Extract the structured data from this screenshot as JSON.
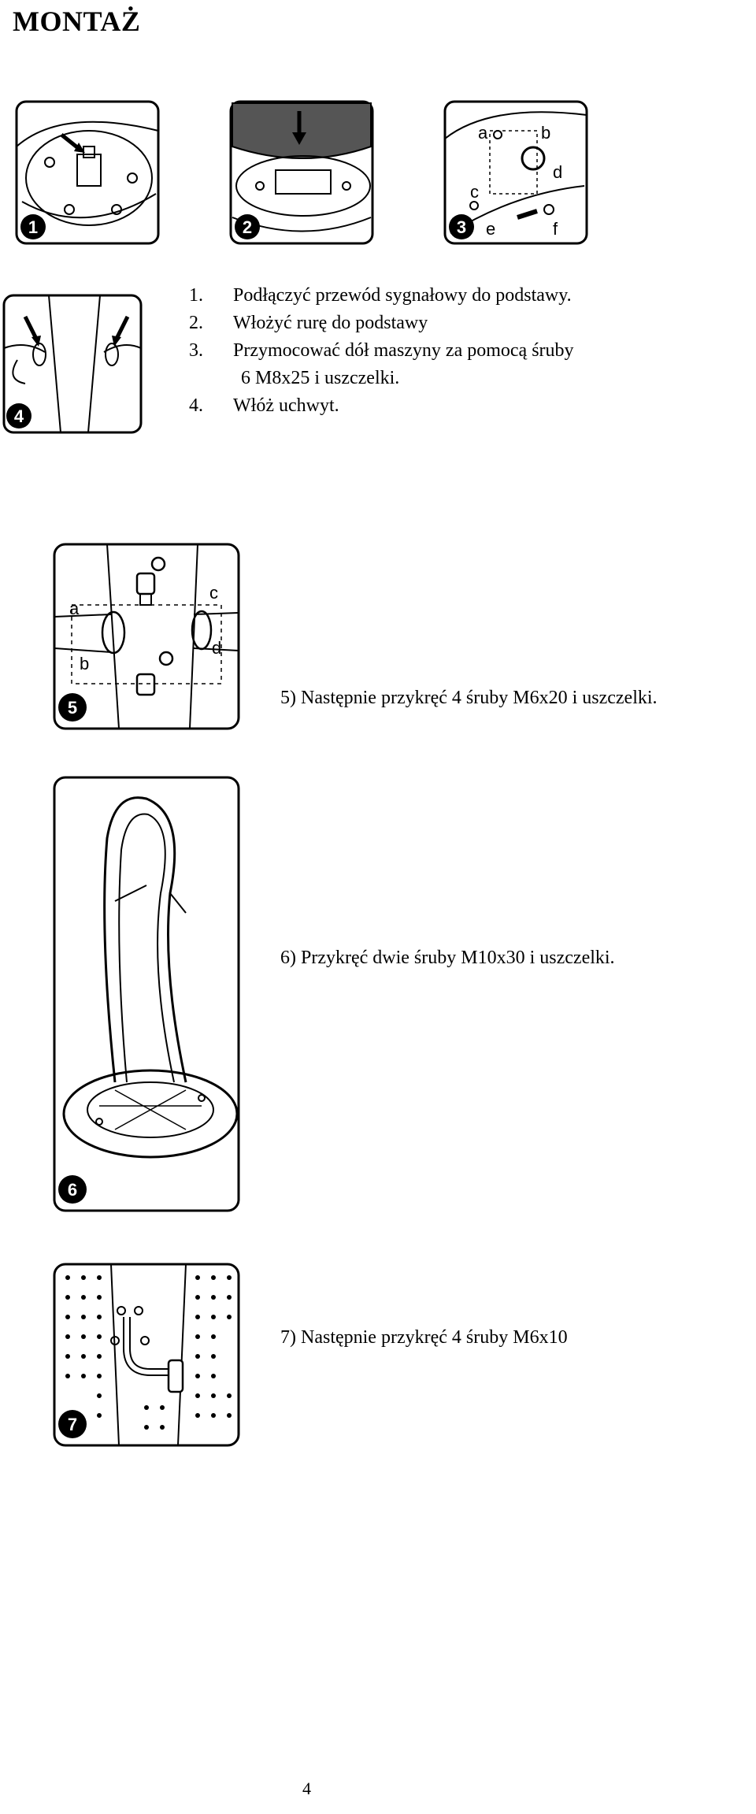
{
  "title": "MONTAŻ",
  "steps": [
    {
      "num": "1.",
      "text": "Podłączyć przewód sygnałowy do podstawy."
    },
    {
      "num": "2.",
      "text": "Włożyć rurę do podstawy"
    },
    {
      "num": "3.",
      "text": "Przymocować dół maszyny za pomocą śruby"
    },
    {
      "num": "",
      "text": "6 M8x25 i uszczelki."
    },
    {
      "num": "4.",
      "text": "Włóż uchwyt."
    }
  ],
  "captions": {
    "step5": "5) Następnie przykręć 4 śruby M6x20 i uszczelki.",
    "step6": "6) Przykręć dwie śruby M10x30 i uszczelki.",
    "step7": "7) Następnie przykręć 4 śruby M6x10"
  },
  "figures": {
    "fig1_badge": "1",
    "fig2_badge": "2",
    "fig3_badge": "3",
    "fig3_labels": [
      "a",
      "b",
      "c",
      "d",
      "e",
      "f"
    ],
    "fig4_badge": "4",
    "fig5_badge": "5",
    "fig5_labels": [
      "a",
      "b",
      "c",
      "d"
    ],
    "fig6_badge": "6",
    "fig7_badge": "7"
  },
  "page_number": "4"
}
